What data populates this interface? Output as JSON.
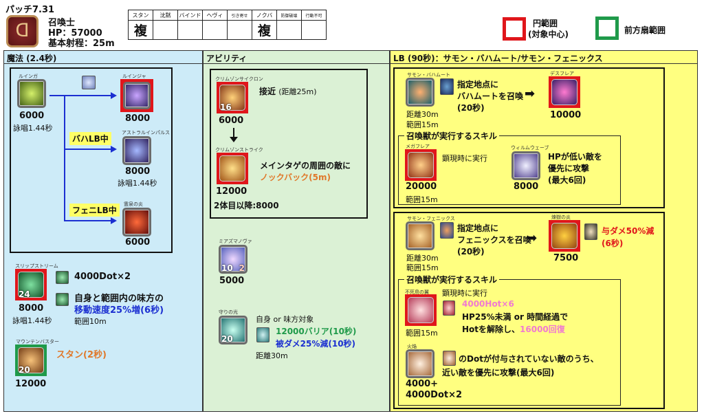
{
  "header": {
    "patch": "パッチ7.31",
    "job": "召喚士",
    "hp": "HP：57000",
    "range": "基本射程：25m"
  },
  "cc_table": {
    "headers": [
      "スタン",
      "沈黙",
      "バインド",
      "ヘヴィ",
      "引き寄せ",
      "ノクバ",
      "防御破壊",
      "行動不可"
    ],
    "values": [
      "複",
      "",
      "",
      "",
      "",
      "複",
      "",
      ""
    ]
  },
  "legend": {
    "circle": "円範囲",
    "circle_sub": "(対象中心)",
    "cone": "前方扇範囲",
    "circle_color": "#e0161b",
    "cone_color": "#1f9a4a"
  },
  "magic": {
    "title": "魔法 (2.4秒)",
    "ruinga": {
      "name": "ルインガ",
      "dmg": "6000",
      "cast": "詠唱1.44秒"
    },
    "ruinja": {
      "name": "ルインジャ",
      "dmg": "8000"
    },
    "baha_tag": "バハLB中",
    "astral": {
      "name": "アストラルインパルス",
      "dmg": "8000",
      "cast": "詠唱1.44秒"
    },
    "pheni_tag": "フェニLB中",
    "reisen": {
      "name": "霊泉の炎",
      "dmg": "6000"
    },
    "slip": {
      "name": "スリップストリーム",
      "recast": "24",
      "dmg": "8000",
      "cast": "詠唱1.44秒",
      "dot": "4000Dot×2",
      "buff1": "自身と範囲内の味方の",
      "buff2": "移動速度25%増(6秒)",
      "area": "範囲10m"
    },
    "mountain": {
      "name": "マウンテンバスター",
      "recast": "20",
      "dmg": "12000",
      "effect": "スタン(2秒)"
    }
  },
  "ability": {
    "title": "アビリティ",
    "cyclone": {
      "name": "クリムゾンサイクロン",
      "recast": "16",
      "dmg": "6000",
      "effect": "接近",
      "effect_sub": "(距離25m)"
    },
    "strike": {
      "name": "クリムゾンストライク",
      "dmg": "12000",
      "dmg2": "2体目以降:8000",
      "effect1": "メインタゲの周囲の敵に",
      "effect2": "ノックバック(5m)"
    },
    "miasma": {
      "name": "ミアズマノヴァ",
      "recast": "10",
      "charges": "2",
      "dmg": "5000"
    },
    "mamori": {
      "name": "守りの光",
      "recast": "20",
      "target": "自身 or 味方対象",
      "barrier": "12000バリア(10秒)",
      "reduce": "被ダメ25%減(10秒)",
      "range": "距離30m"
    }
  },
  "lb": {
    "title": "LB (90秒)：サモン・バハムート/サモン・フェニックス",
    "bahamut": {
      "name": "サモン・バハムート",
      "l1": "指定地点に",
      "l2": "バハムートを召喚",
      "l3": "(20秒)",
      "range": "距離30m",
      "area": "範囲15m",
      "deathflare": {
        "name": "デスフレア",
        "dmg": "10000"
      },
      "sub_title": "召喚獣が実行するスキル",
      "megaflare": {
        "name": "メガフレア",
        "note": "顕現時に実行",
        "dmg": "20000",
        "area": "範囲15m"
      },
      "wyrmwave": {
        "name": "ウィルムウェーブ",
        "dmg": "8000",
        "l1": "HPが低い敵を",
        "l2": "優先に攻撃",
        "l3": "(最大6回)"
      }
    },
    "phoenix": {
      "name": "サモン・フェニックス",
      "l1": "指定地点に",
      "l2": "フェニックスを召喚",
      "l3": "(20秒)",
      "range": "距離30m",
      "area": "範囲15m",
      "rengoku": {
        "name": "煉獄の炎",
        "dmg": "7500",
        "debuff1": "与ダメ50%減",
        "debuff2": "(6秒)"
      },
      "sub_title": "召喚獣が実行するスキル",
      "wings": {
        "name": "不死鳥の翼",
        "note": "顕現時に実行",
        "hot": "4000Hot×6",
        "l2": "HP25%未満 or 時間経過で",
        "l3a": "Hotを解除し、",
        "l3b": "16000回復",
        "area": "範囲15m"
      },
      "kaen": {
        "name": "火焔",
        "l1": "のDotが付与されていない敵のうち、",
        "l2": "近い敵を優先に攻撃(最大6回)",
        "dmg1": "4000+",
        "dmg2": "4000Dot×2"
      }
    }
  }
}
